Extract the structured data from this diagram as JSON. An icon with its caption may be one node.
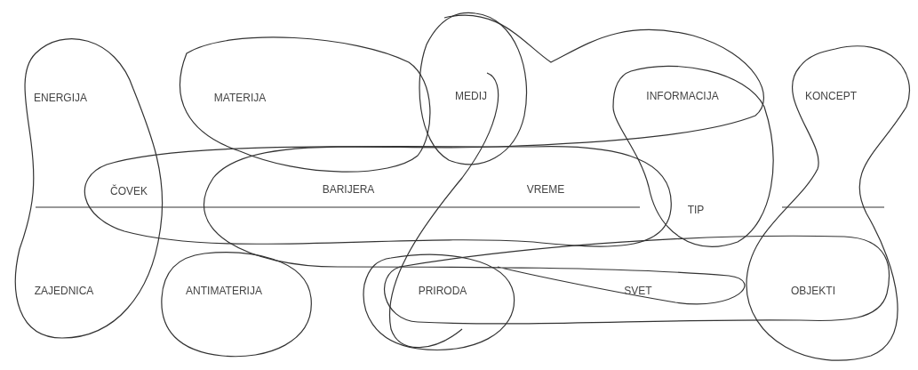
{
  "diagram": {
    "labels": [
      "ENERGIJA",
      "MATERIJA",
      "MEDIJ",
      "INFORMACIJA",
      "KONCEPT",
      "ČOVEK",
      "BARIJERA",
      "VREME",
      "TIP",
      "ZAJEDNICA",
      "ANTIMATERIJA",
      "PRIRODA",
      "SVET",
      "OBJEKTI"
    ]
  }
}
